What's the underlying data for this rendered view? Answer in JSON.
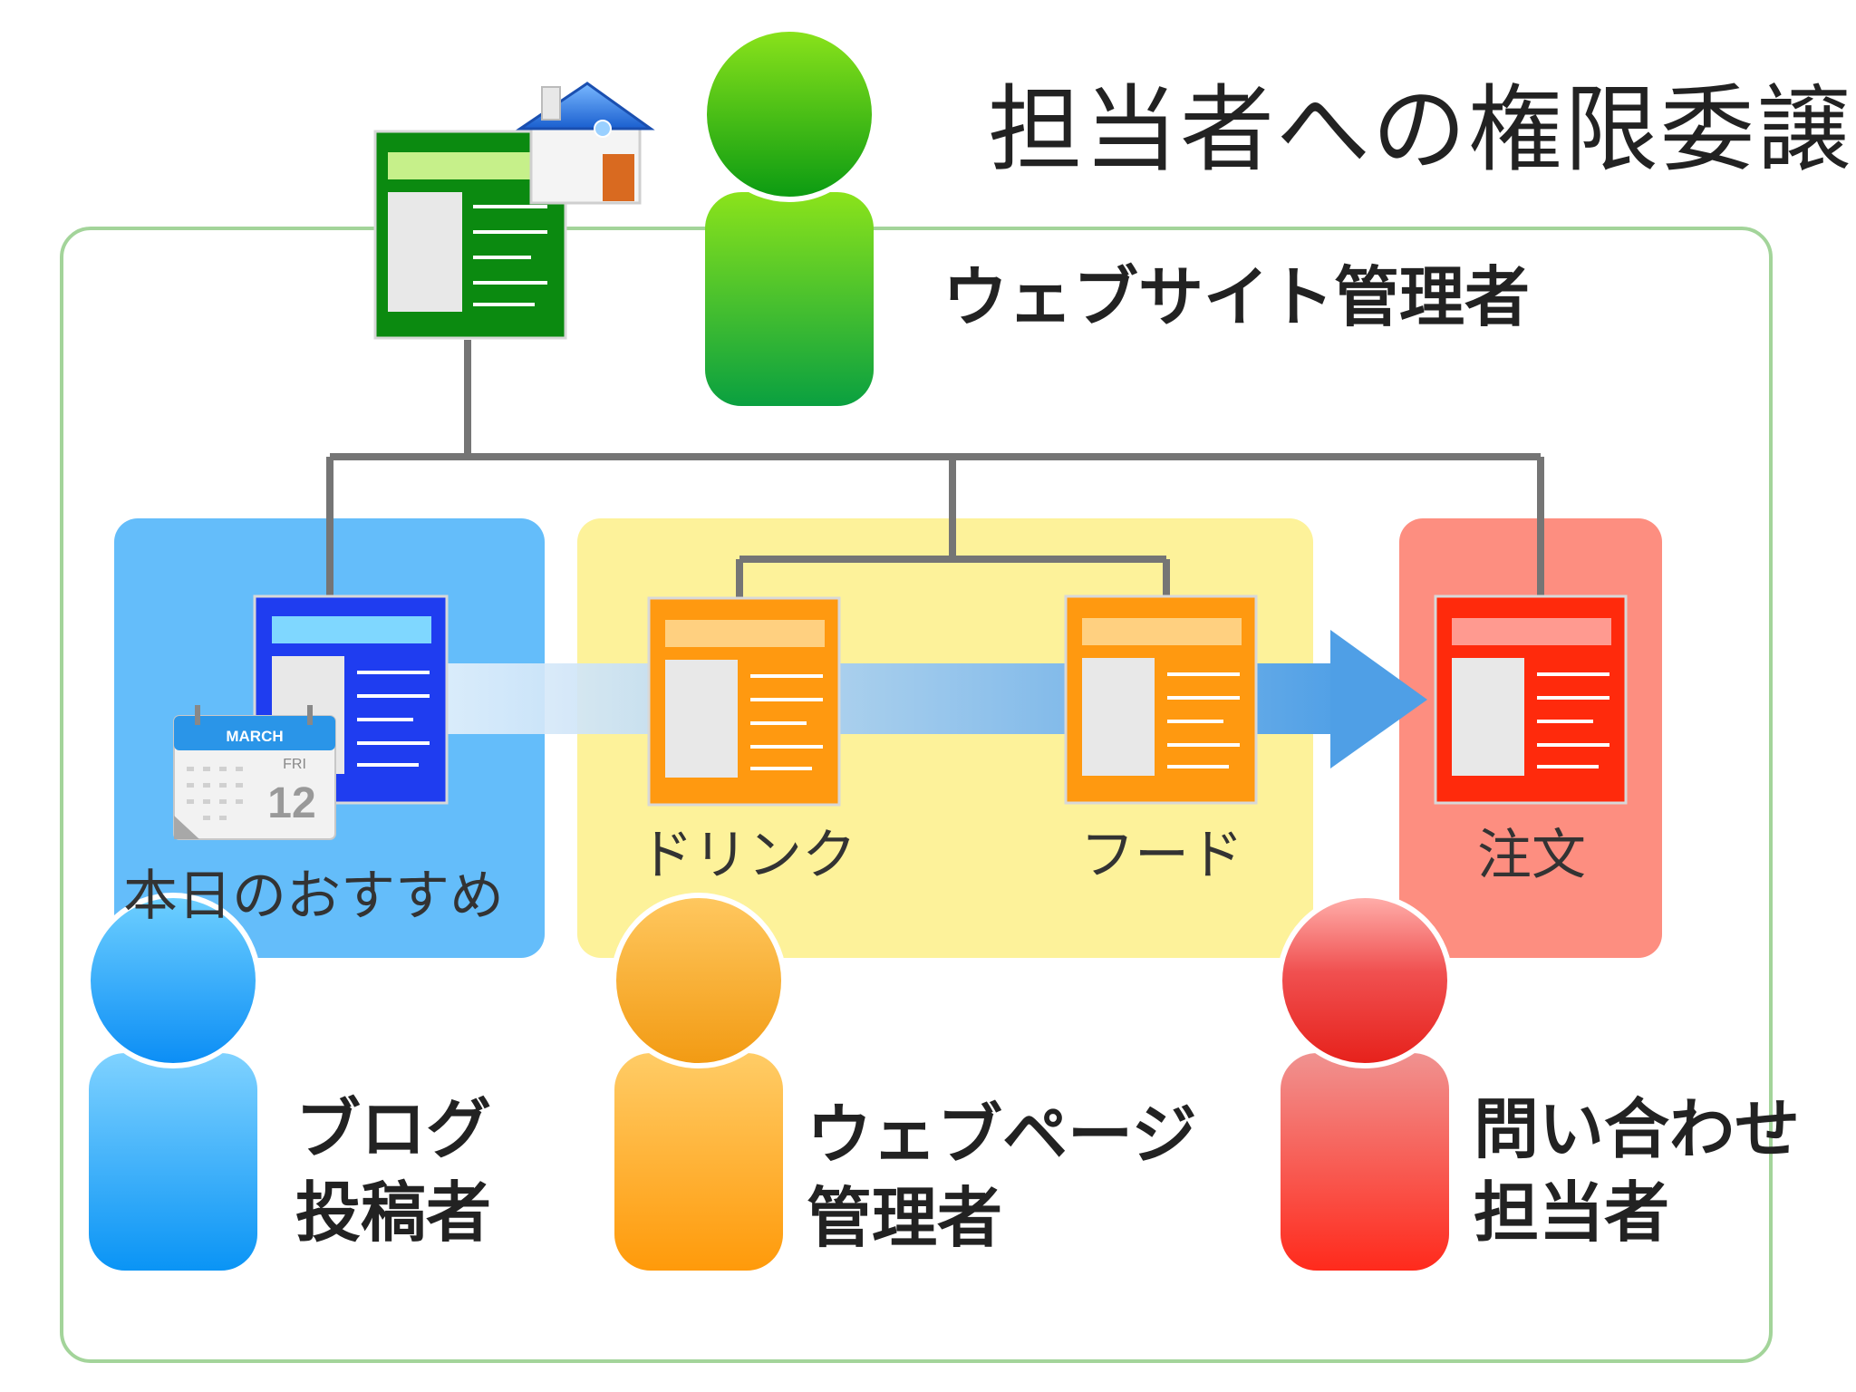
{
  "title": "担当者への権限委譲",
  "colors": {
    "frame": "#a3d49a",
    "connector": "#757575",
    "blue_zone": "#64bdfa",
    "yellow_zone": "#fdf29a",
    "red_zone": "#fd8e80",
    "site_page": "#0b8a10",
    "blog_page": "#1f3df0",
    "web_page": "#ff9910",
    "inquiry_page": "#ff2a0c"
  },
  "site_admin": {
    "label": "ウェブサイト管理者"
  },
  "pages": {
    "recommend": "本日のおすすめ",
    "drink": "ドリンク",
    "food": "フード",
    "order": "注文"
  },
  "calendar": {
    "month": "MARCH",
    "weekday": "FRI",
    "day": "12"
  },
  "roles": {
    "blogger": {
      "line1": "ブログ",
      "line2": "投稿者"
    },
    "webpage_admin": {
      "line1": "ウェブページ",
      "line2": "管理者"
    },
    "inquiry": {
      "line1": "問い合わせ",
      "line2": "担当者"
    }
  }
}
